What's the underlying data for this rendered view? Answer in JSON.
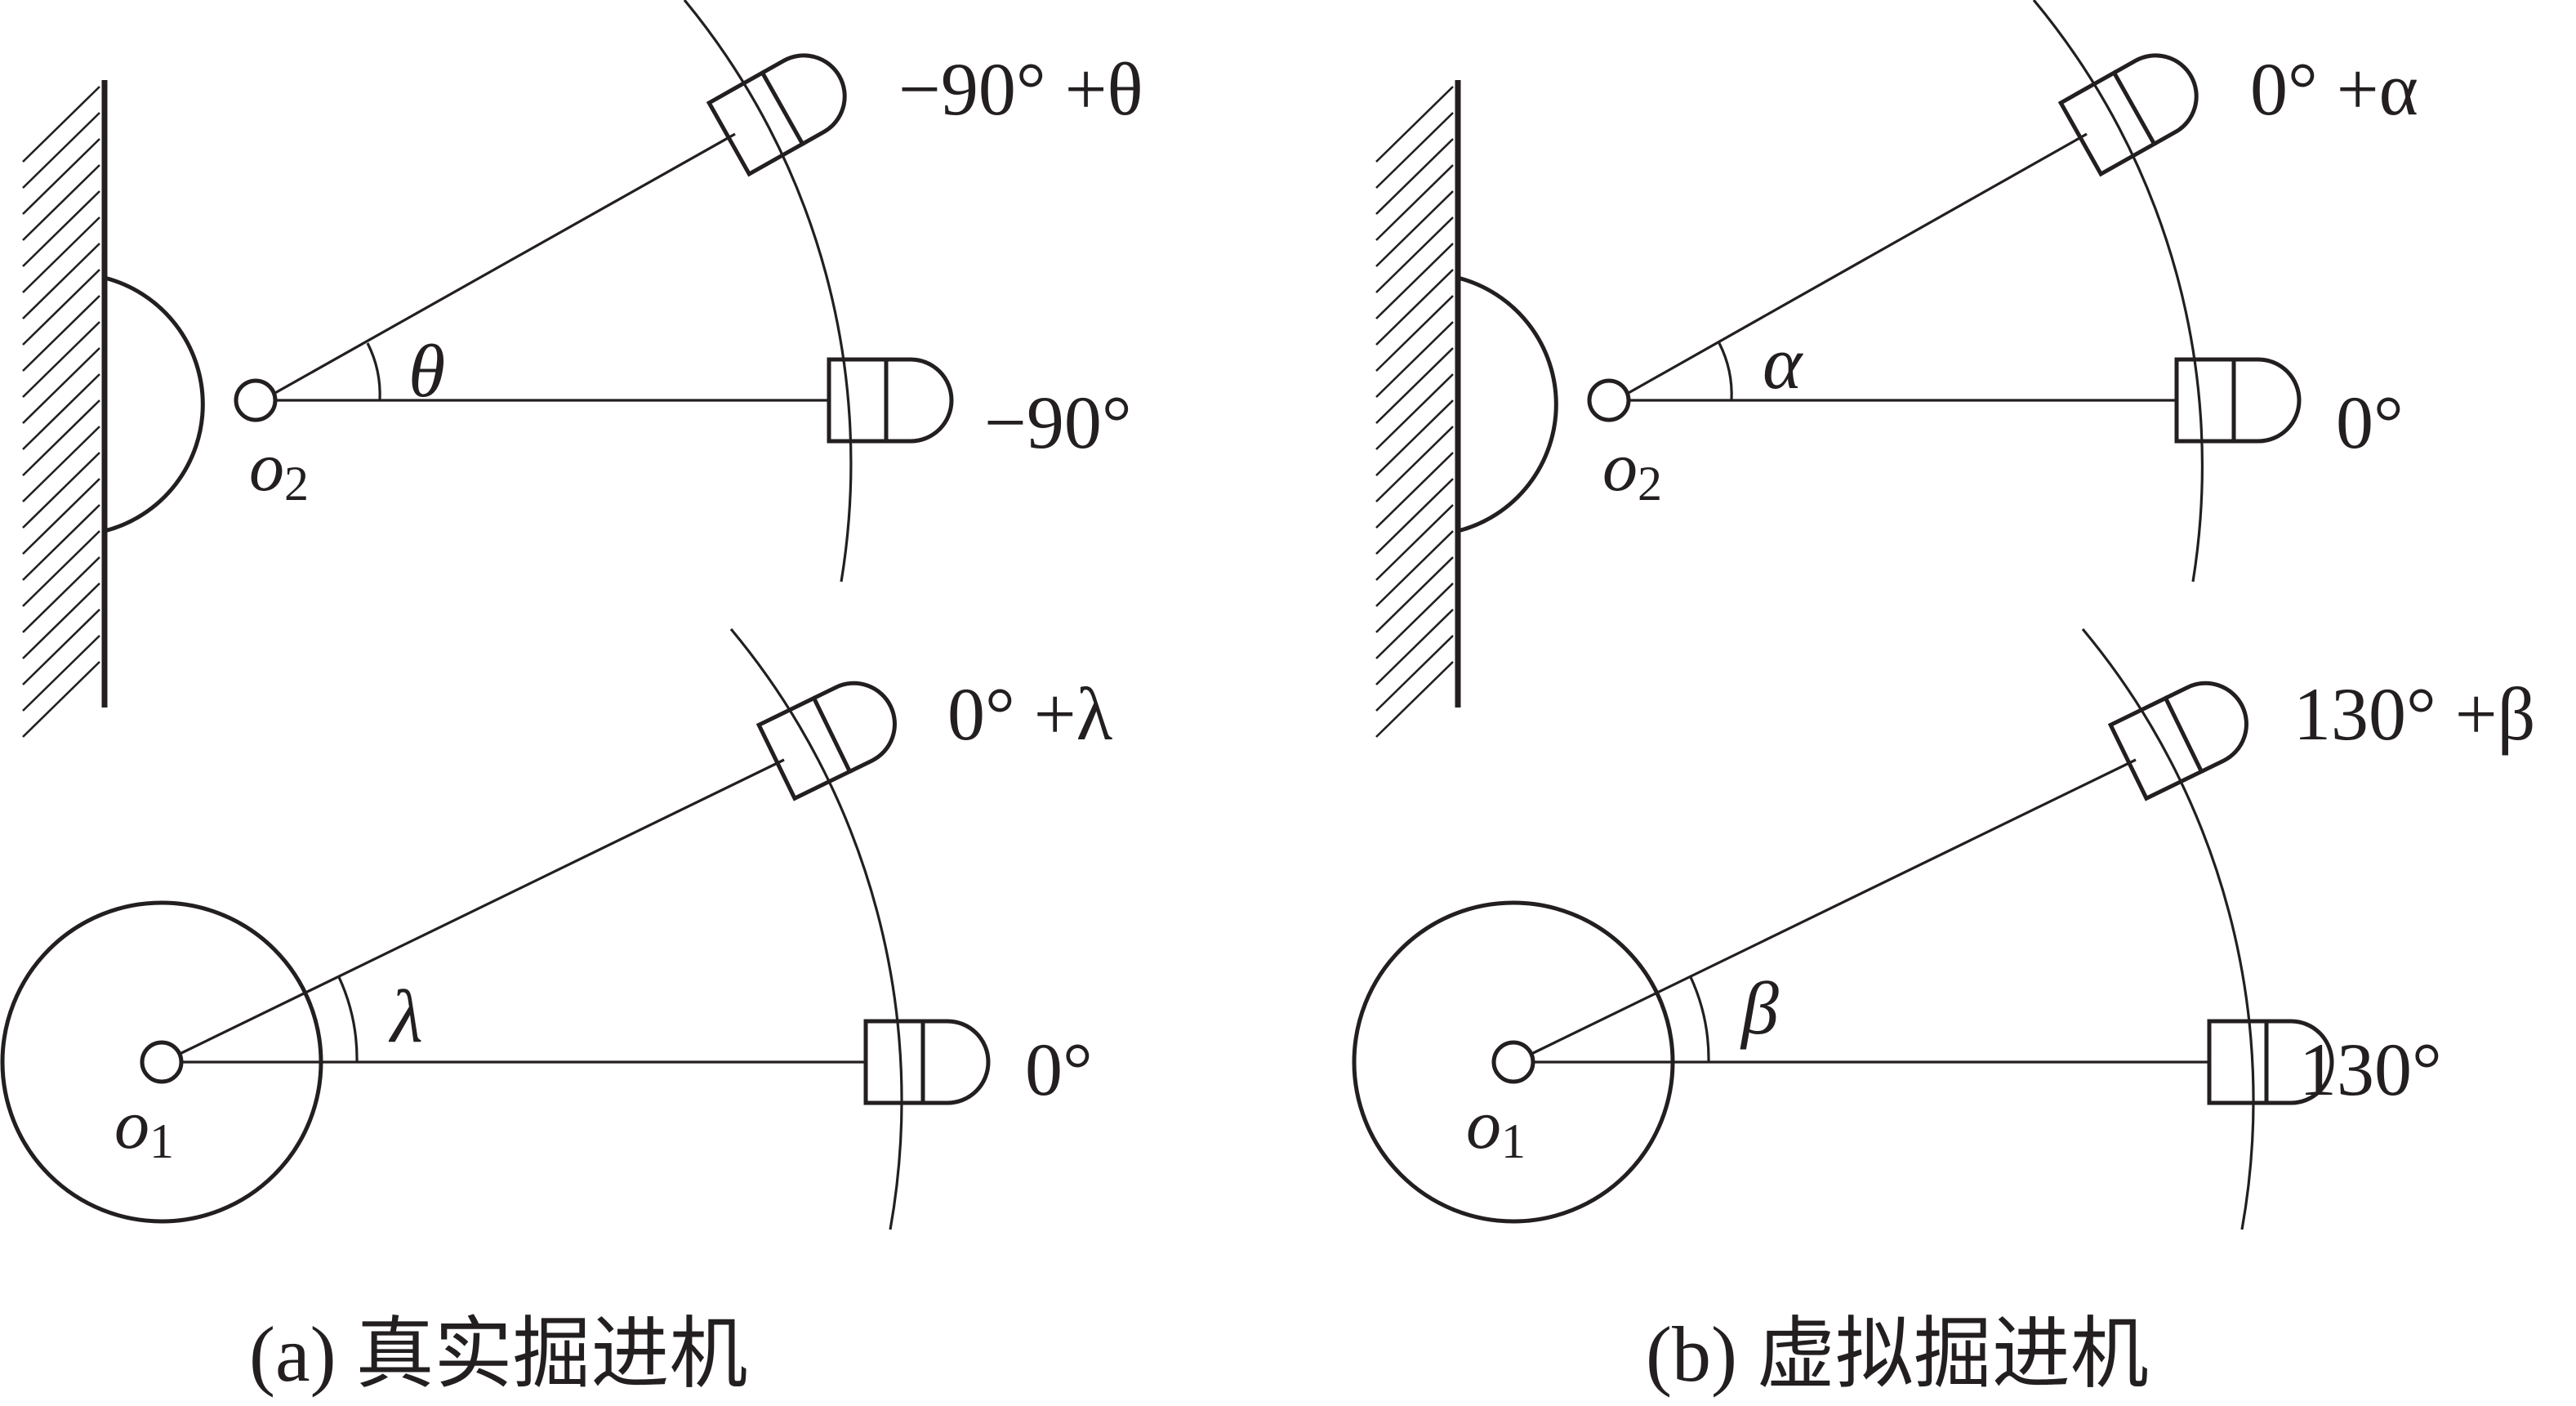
{
  "panel_a": {
    "caption": "(a) 真实掘进机",
    "upper": {
      "pivot_label": "o",
      "pivot_sub": "2",
      "angle_symbol": "θ",
      "base_label": "−90°",
      "rotated_label": "−90° +θ"
    },
    "lower": {
      "pivot_label": "o",
      "pivot_sub": "1",
      "angle_symbol": "λ",
      "base_label": "0°",
      "rotated_label": "0° +λ"
    }
  },
  "panel_b": {
    "caption": "(b) 虚拟掘进机",
    "upper": {
      "pivot_label": "o",
      "pivot_sub": "2",
      "angle_symbol": "α",
      "base_label": "0°",
      "rotated_label": "0° +α"
    },
    "lower": {
      "pivot_label": "o",
      "pivot_sub": "1",
      "angle_symbol": "β",
      "base_label": "130°",
      "rotated_label": "130° +β"
    }
  }
}
